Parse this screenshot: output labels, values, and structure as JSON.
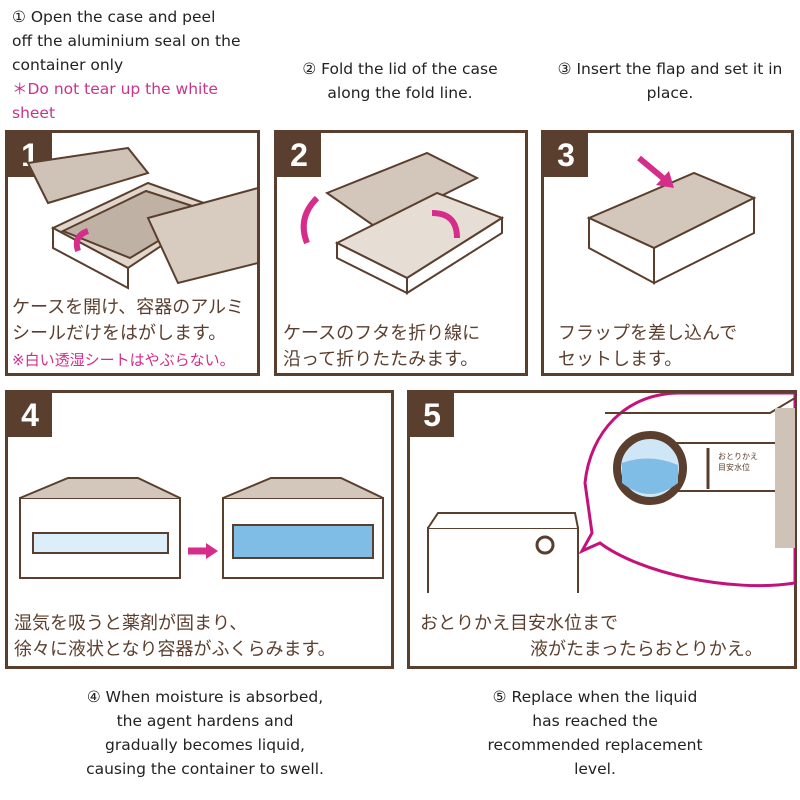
{
  "captions": {
    "step1": [
      "① Open the case and peel",
      "off the aluminium seal on the",
      "container only"
    ],
    "step1_note": [
      "＊Do not tear up the white",
      "sheet"
    ],
    "step2": [
      "② Fold the lid of the case",
      "along the fold line."
    ],
    "step3": [
      "③ Insert the flap and set it in",
      "place."
    ],
    "step4": [
      "④ When moisture is absorbed,",
      "the agent hardens and",
      "gradually becomes liquid,",
      "causing the container to swell."
    ],
    "step5": [
      "⑤ Replace when the liquid",
      "has reached the",
      "recommended replacement",
      "level."
    ]
  },
  "panels": [
    {
      "number": "1",
      "text": [
        "ケースを開け、容器のアルミ",
        "シールだけをはがします。"
      ],
      "note": "※白い透湿シートはやぶらない。"
    },
    {
      "number": "2",
      "text": [
        "ケースのフタを折り線に",
        "沿って折りたたみます。"
      ]
    },
    {
      "number": "3",
      "text": [
        "フラップを差し込んで",
        "セットします。"
      ]
    },
    {
      "number": "4",
      "text": [
        "湿気を吸うと薬剤が固まり、",
        "徐々に液状となり容器がふくらみます。"
      ]
    },
    {
      "number": "5",
      "text": [
        "おとりかえ目安水位まで",
        "液がたまったらおとりかえ。"
      ],
      "label": [
        "おとりかえ",
        "目安水位"
      ]
    }
  ],
  "colors": {
    "brown": "#5b3f2e",
    "pink": "#d62c8a",
    "water": "#7fbce6"
  }
}
